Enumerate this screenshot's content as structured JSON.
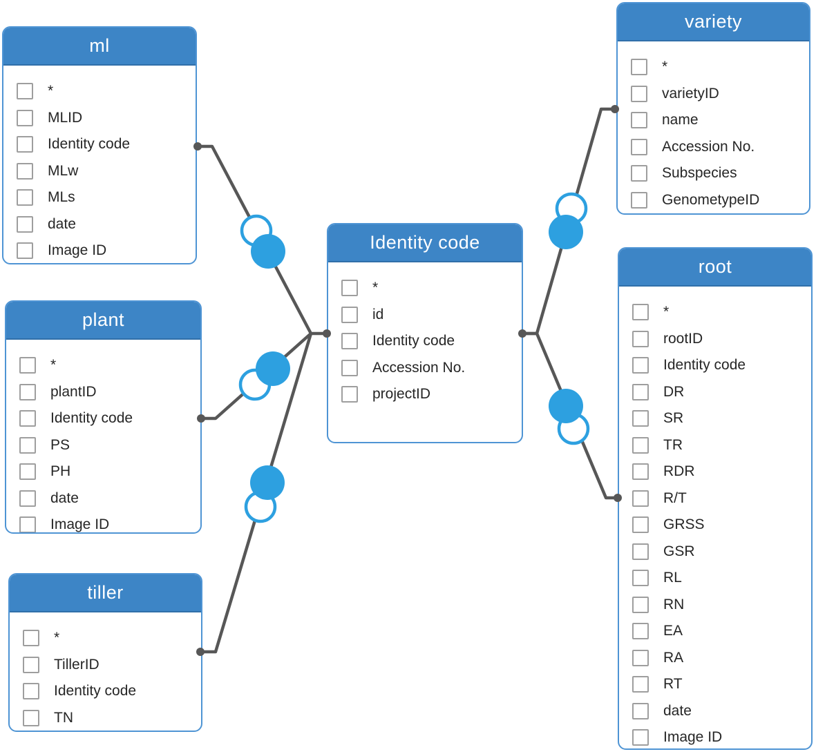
{
  "diagram": {
    "colors": {
      "header_blue": "#3d85c6",
      "table_border_blue": "#4e94d4",
      "connector_gray": "#575757",
      "relation_symbol_blue": "#2da0e0",
      "checkbox_border_gray": "#9e9e9e",
      "field_text": "#262626",
      "header_text": "#ffffff"
    },
    "tables": {
      "ml": {
        "title": "ml",
        "fields": [
          "*",
          "MLID",
          "Identity code",
          "MLw",
          "MLs",
          "date",
          "Image ID"
        ]
      },
      "plant": {
        "title": "plant",
        "fields": [
          "*",
          "plantID",
          "Identity code",
          "PS",
          "PH",
          "date",
          "Image ID"
        ]
      },
      "tiller": {
        "title": "tiller",
        "fields": [
          "*",
          "TillerID",
          "Identity code",
          "TN"
        ]
      },
      "identity_code": {
        "title": "Identity code",
        "fields": [
          "*",
          "id",
          "Identity code",
          "Accession No.",
          "projectID"
        ]
      },
      "variety": {
        "title": "variety",
        "fields": [
          "*",
          "varietyID",
          "name",
          "Accession No.",
          "Subspecies",
          "GenometypeID"
        ]
      },
      "root": {
        "title": "root",
        "fields": [
          "*",
          "rootID",
          "Identity code",
          "DR",
          "SR",
          "TR",
          "RDR",
          "R/T",
          "GRSS",
          "GSR",
          "RL",
          "RN",
          "EA",
          "RA",
          "RT",
          "date",
          "Image ID"
        ]
      }
    },
    "relationships": [
      {
        "from": "ml",
        "to": "identity_code"
      },
      {
        "from": "plant",
        "to": "identity_code"
      },
      {
        "from": "tiller",
        "to": "identity_code"
      },
      {
        "from": "identity_code",
        "to": "variety"
      },
      {
        "from": "identity_code",
        "to": "root"
      }
    ]
  }
}
